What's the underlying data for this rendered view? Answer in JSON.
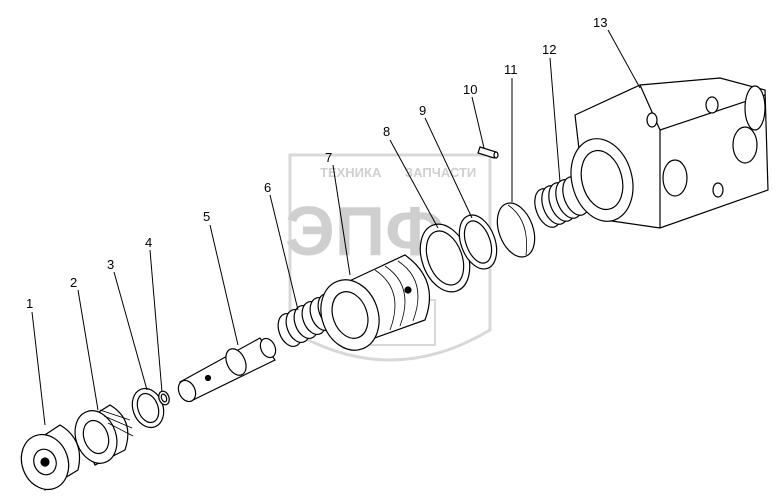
{
  "watermark": {
    "top_text": "ТЕХНИКА",
    "top_text_right": "ЗАПЧАСТИ",
    "big_text": "ЭПФ"
  },
  "callouts": [
    {
      "id": "1",
      "text": "1"
    },
    {
      "id": "2",
      "text": "2"
    },
    {
      "id": "3",
      "text": "3"
    },
    {
      "id": "4",
      "text": "4"
    },
    {
      "id": "5",
      "text": "5"
    },
    {
      "id": "6",
      "text": "6"
    },
    {
      "id": "7",
      "text": "7"
    },
    {
      "id": "8",
      "text": "8"
    },
    {
      "id": "9",
      "text": "9"
    },
    {
      "id": "10",
      "text": "10"
    },
    {
      "id": "11",
      "text": "11"
    },
    {
      "id": "12",
      "text": "12"
    },
    {
      "id": "13",
      "text": "13"
    }
  ]
}
